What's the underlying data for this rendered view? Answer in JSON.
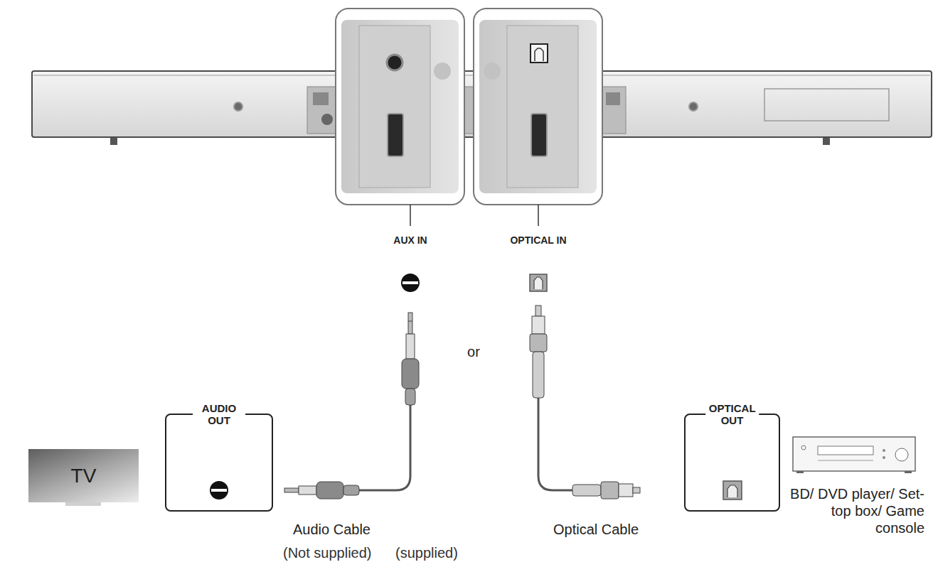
{
  "diagram": {
    "nodes": [
      {
        "text": [
          "TV"
        ]
      },
      {
        "text": [
          "AUDIO OUT"
        ]
      },
      {
        "text": [
          "OPTICAL OUT"
        ]
      }
    ],
    "labels": [
      "AUX IN",
      "OPTICAL IN",
      "or",
      "Audio Cable",
      "(Not supplied)",
      "Optical Cable",
      "(supplied)",
      "BD/ DVD player/ Set-top box/ Game console"
    ]
  }
}
